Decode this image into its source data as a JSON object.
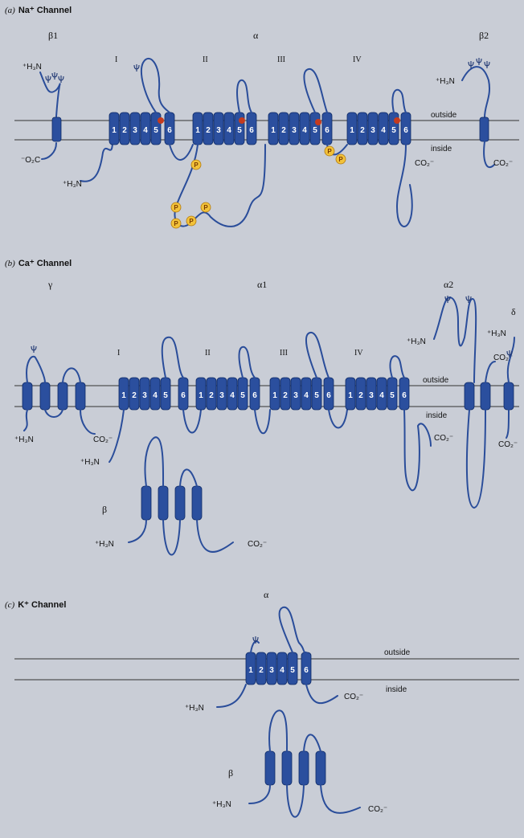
{
  "figure": {
    "sections": [
      {
        "id": "na",
        "letter": "(a)",
        "title": "Na⁺ Channel",
        "subunits": {
          "beta1": "β1",
          "alpha": "α",
          "beta2": "β2"
        },
        "domains": [
          "I",
          "II",
          "III",
          "IV"
        ],
        "helices": [
          "1",
          "2",
          "3",
          "4",
          "5",
          "6"
        ],
        "outside": "outside",
        "inside": "inside",
        "n_terminal": "⁺H₃N",
        "c_terminal": "CO₂⁻",
        "c_terminal_rev": "⁻O₂C",
        "phospho": "P"
      },
      {
        "id": "ca",
        "letter": "(b)",
        "title": "Ca⁺ Channel",
        "subunits": {
          "gamma": "γ",
          "alpha1": "α1",
          "alpha2": "α2",
          "delta": "δ",
          "beta": "β"
        },
        "domains": [
          "I",
          "II",
          "III",
          "IV"
        ],
        "helices": [
          "1",
          "2",
          "3",
          "4",
          "5",
          "6"
        ],
        "outside": "outside",
        "inside": "inside",
        "n_terminal": "⁺H₃N",
        "c_terminal": "CO₂⁻"
      },
      {
        "id": "k",
        "letter": "(c)",
        "title": "K⁺ Channel",
        "subunits": {
          "alpha": "α",
          "beta": "β"
        },
        "helices": [
          "1",
          "2",
          "3",
          "4",
          "5",
          "6"
        ],
        "outside": "outside",
        "inside": "inside",
        "n_terminal": "⁺H₃N",
        "c_terminal": "CO₂⁻"
      }
    ],
    "colors": {
      "background": "#c9cdd6",
      "helix": "#2b4f9e",
      "chain": "#2a4d9a",
      "phosphate": "#f2c23a",
      "inactivation_marker": "#c43b1f"
    },
    "icons": [
      "glycosylation-psi-icon",
      "phosphate-icon"
    ]
  }
}
